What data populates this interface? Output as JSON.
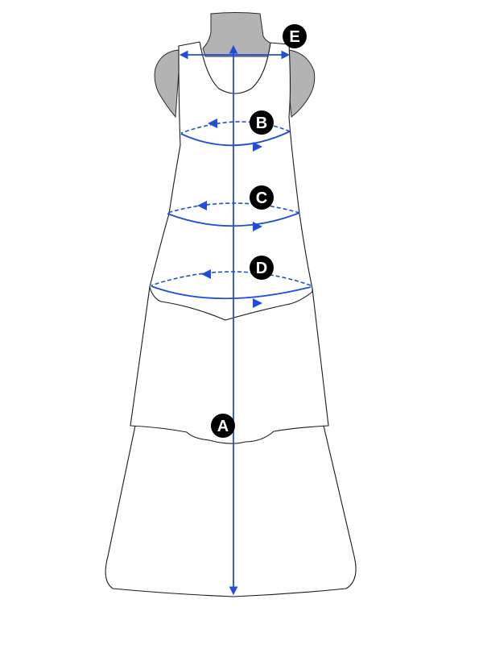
{
  "colors": {
    "measure": "#1f4fd8",
    "badge": "#000000",
    "badge_text": "#ffffff",
    "dress_form": "#b3b3b3",
    "outline": "#1a1a1a"
  },
  "labels": {
    "length": "A",
    "bust": "B",
    "waist": "C",
    "hip": "D",
    "shoulder": "E"
  }
}
